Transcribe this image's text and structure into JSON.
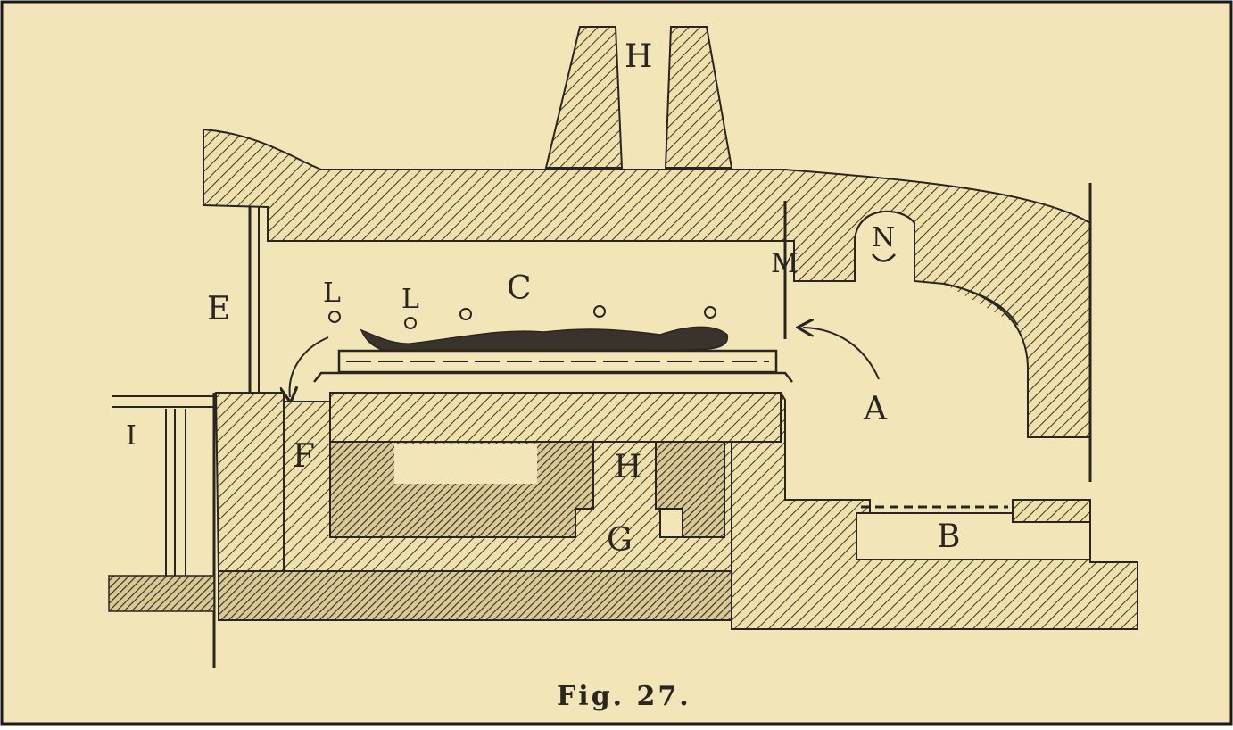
{
  "figure": {
    "caption": "Fig. 27.",
    "colors": {
      "paper": "#f2e6b8",
      "ink": "#2a2520"
    },
    "labels": {
      "H_top": "H",
      "H_mid": "H",
      "E": "E",
      "L1": "L",
      "L2": "L",
      "C": "C",
      "M": "M",
      "N": "N",
      "A": "A",
      "I": "I",
      "F": "F",
      "G": "G",
      "B": "B"
    }
  }
}
